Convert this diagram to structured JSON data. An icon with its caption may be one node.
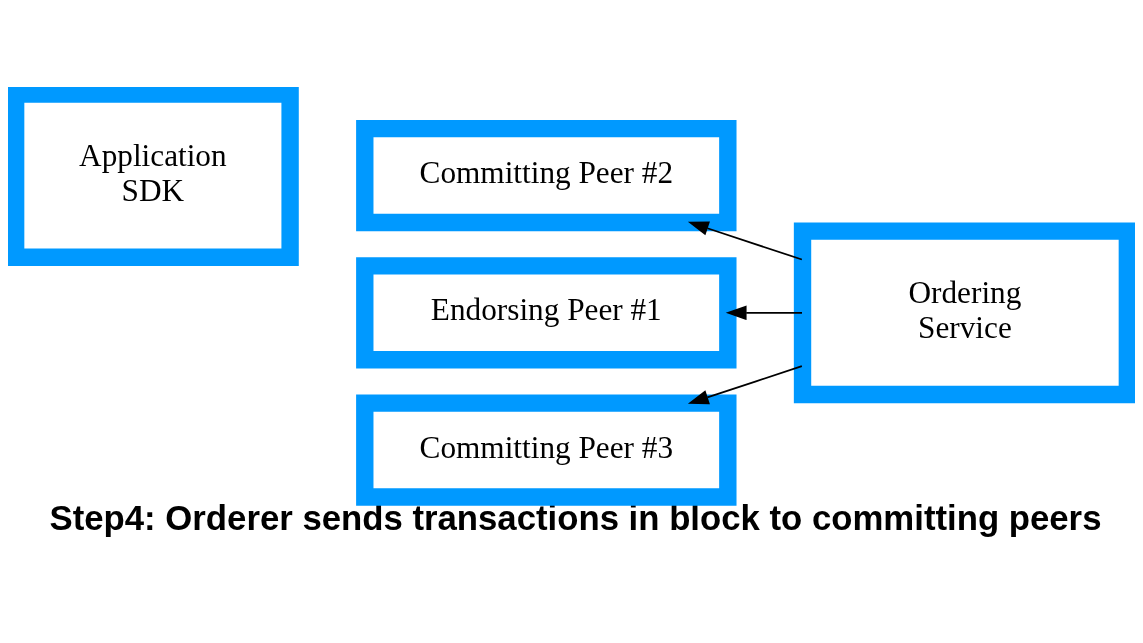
{
  "diagram": {
    "caption": "Step4: Orderer sends transactions in block to committing peers",
    "nodes": [
      {
        "text": [
          "Application SDK"
        ]
      },
      {
        "text": [
          "Endorsing Peer #1"
        ]
      },
      {
        "text": [
          "Committing Peer #2"
        ]
      },
      {
        "text": [
          "Committing Peer #3"
        ]
      },
      {
        "text": [
          "Ordering Service"
        ]
      }
    ],
    "edges": [
      {
        "from": 4,
        "to": 1,
        "arrow": "to"
      },
      {
        "from": 4,
        "to": 2,
        "arrow": "to"
      },
      {
        "from": 4,
        "to": 3,
        "arrow": "to"
      }
    ]
  }
}
